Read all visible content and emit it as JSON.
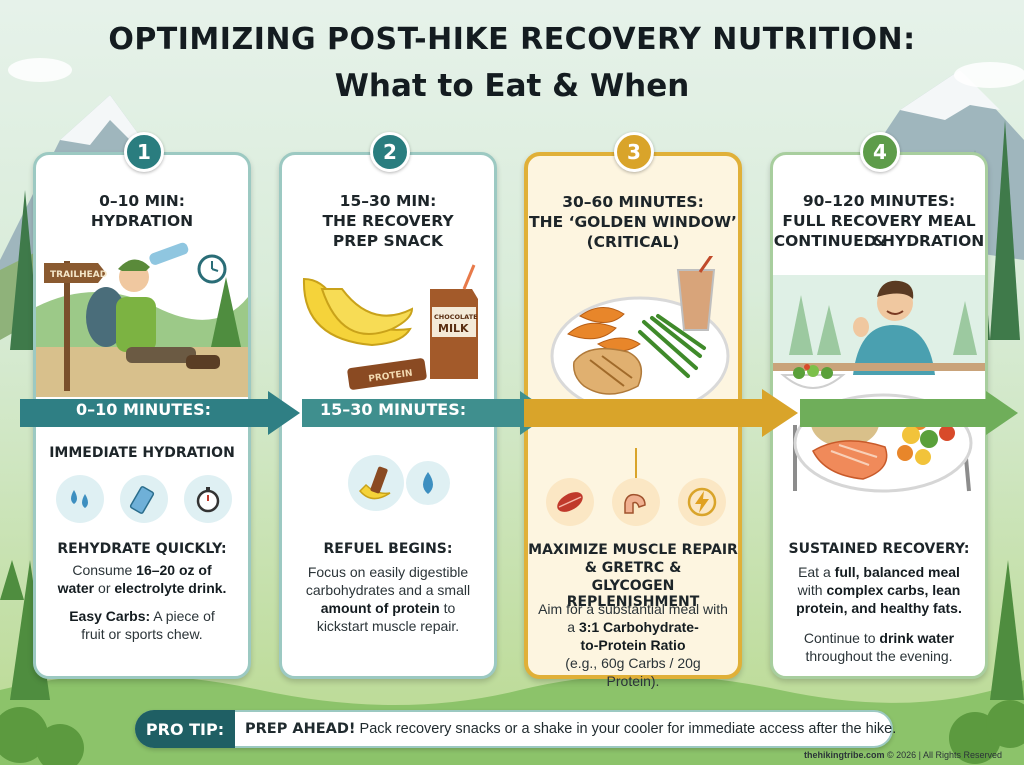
{
  "title": {
    "main": "OPTIMIZING POST-HIKE RECOVERY NUTRITION:",
    "sub": "What to Eat & When"
  },
  "colors": {
    "teal": "#1f6f74",
    "teal_light": "#6fb7b3",
    "gold": "#d9a42a",
    "green": "#5e9c4a",
    "card_border": "#9cc9c2"
  },
  "steps": [
    {
      "number": "1",
      "heading_line1": "0–10 MIN:",
      "heading_line2": "HYDRATION",
      "heading_line3": "",
      "band_label": "0–10 MINUTES:",
      "sub_heading": "IMMEDIATE HYDRATION",
      "sign_text": "TRAILHEAD",
      "icons": [
        "water-drops-icon",
        "electrolyte-packet-icon",
        "stopwatch-icon"
      ],
      "detail_heading": "REHYDRATE QUICKLY:",
      "detail_p1_a": "Consume ",
      "detail_p1_b": "16–20 oz of",
      "detail_p1_c": "water",
      "detail_p1_d": " or ",
      "detail_p1_e": "electrolyte drink.",
      "detail_p2_a": "Easy Carbs:",
      "detail_p2_b": " A piece of",
      "detail_p2_c": "fruit or sports chew."
    },
    {
      "number": "2",
      "heading_line1": "15–30 MIN:",
      "heading_line2": "THE RECOVERY",
      "heading_line3": "PREP SNACK",
      "band_label": "15–30 MINUTES:",
      "carton_text_1": "CHOCOLATE",
      "carton_text_2": "MILK",
      "bar_text": "PROTEIN",
      "icons": [
        "banana-bar-icon",
        "water-drop-icon"
      ],
      "detail_heading": "REFUEL BEGINS:",
      "detail_p1_a": "Focus on easily digestible",
      "detail_p1_b": "carbohydrates and a small",
      "detail_p1_c": "amount of protein",
      "detail_p1_d": " to",
      "detail_p1_e": "kickstart muscle repair."
    },
    {
      "number": "3",
      "heading_line1": "30–60 MINUTES:",
      "heading_line2": "THE ‘GOLDEN WINDOW’",
      "heading_line3": "(CRITICAL)",
      "icons": [
        "muscle-fiber-icon",
        "flexed-arm-icon",
        "energy-bolt-icon"
      ],
      "detail_heading_1": "MAXIMIZE MUSCLE REPAIR",
      "detail_heading_2": "& GRETRC &",
      "detail_heading_3": "GLYCOGEN REPLENISHMENT",
      "detail_p1_a": "Aim for a substantial meal with",
      "detail_p1_b": "a ",
      "detail_p1_c": "3:1 Carbohydrate-",
      "detail_p1_d": "to-Protein Ratio",
      "detail_p1_e": "(e.g., 60g Carbs / 20g Protein)."
    },
    {
      "number": "4",
      "heading_line1": "90–120 MINUTES:",
      "heading_line2": "FULL RECOVERY MEAL &",
      "heading_line3": "CONTINUED HYDRATION",
      "detail_heading": "SUSTAINED RECOVERY:",
      "detail_p1_a": "Eat a ",
      "detail_p1_b": "full, balanced meal",
      "detail_p1_c": "with ",
      "detail_p1_d": "complex carbs, lean",
      "detail_p1_e": "protein, and healthy fats.",
      "detail_p2_a": "Continue to ",
      "detail_p2_b": "drink water",
      "detail_p2_c": "throughout the evening."
    }
  ],
  "protip": {
    "label": "PRO TIP:",
    "bold": "PREP AHEAD!",
    "text": " Pack recovery snacks or a shake in your cooler for immediate access after the hike."
  },
  "footer": {
    "site": "thehikingtribe.com",
    "rest": " © 2026 | All Rights Reserved"
  }
}
